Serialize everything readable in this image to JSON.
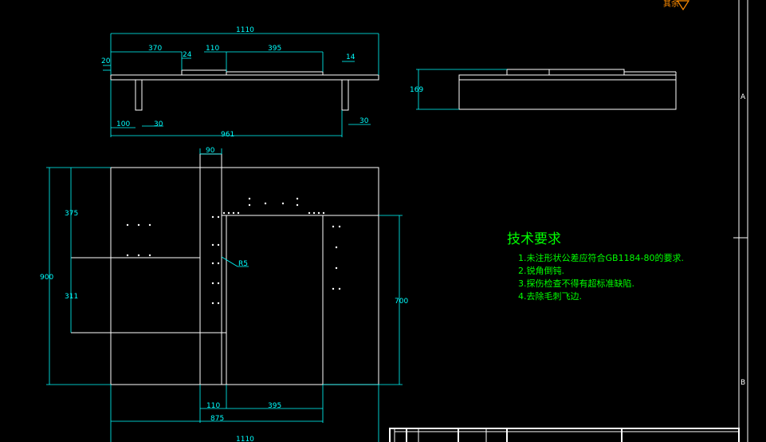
{
  "dimensions": {
    "top": {
      "overall": "1110",
      "d370": "370",
      "d24": "24",
      "d110": "110",
      "d395": "395",
      "d14": "14",
      "d20": "20",
      "d100": "100",
      "d30a": "30",
      "d30b": "30",
      "d961": "961"
    },
    "side": {
      "h169": "169"
    },
    "plan": {
      "d90": "90",
      "d375": "375",
      "d900": "900",
      "d311": "311",
      "r5": "R5",
      "d700": "700",
      "d110": "110",
      "d395": "395",
      "d875": "875",
      "d1110": "1110"
    }
  },
  "notes": {
    "title": "技术要求",
    "items": [
      "1.未注形状公差应符合GB1184-80的要求.",
      "2.锐角倒钝.",
      "3.探伤检查不得有超标准缺陷.",
      "4.去除毛刺飞边."
    ]
  },
  "frame": {
    "zone_a": "A",
    "zone_b": "B",
    "roughness_label": "其余"
  },
  "colors": {
    "background": "#000000",
    "dimension": "#00ffff",
    "outline": "#ffffff",
    "notes": "#00ff00",
    "roughness": "#ff8c00"
  }
}
